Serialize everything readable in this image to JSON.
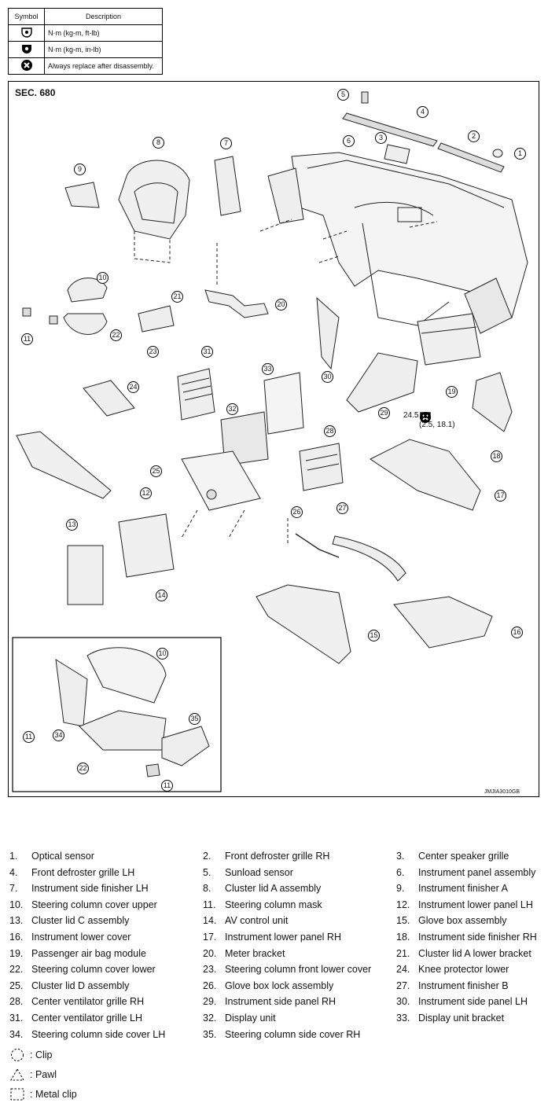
{
  "symbol_table": {
    "headers": [
      "Symbol",
      "Description"
    ],
    "rows": [
      {
        "icon": "torque-ft-lb-icon",
        "description": "N·m (kg-m, ft-lb)"
      },
      {
        "icon": "torque-in-lb-icon",
        "description": "N·m (kg-m, in-lb)"
      },
      {
        "icon": "always-replace-icon",
        "description": "Always replace after disassembly."
      }
    ]
  },
  "diagram": {
    "section": "SEC. 680",
    "image_code": "JMJIA3010GB",
    "torque_value": "24.5",
    "torque_units": "(2.5, 18.1)",
    "callouts": [
      "5",
      "4",
      "3",
      "2",
      "1",
      "8",
      "7",
      "6",
      "9",
      "10",
      "21",
      "20",
      "11",
      "22",
      "23",
      "31",
      "30",
      "33",
      "24",
      "32",
      "28",
      "29",
      "19",
      "18",
      "25",
      "17",
      "12",
      "26",
      "27",
      "13",
      "14",
      "15",
      "16",
      "10",
      "11",
      "34",
      "35",
      "22",
      "11"
    ]
  },
  "legend": [
    {
      "num": "1.",
      "name": "Optical sensor"
    },
    {
      "num": "2.",
      "name": "Front defroster grille RH"
    },
    {
      "num": "3.",
      "name": "Center speaker grille"
    },
    {
      "num": "4.",
      "name": "Front defroster grille LH"
    },
    {
      "num": "5.",
      "name": "Sunload sensor"
    },
    {
      "num": "6.",
      "name": "Instrument panel assembly"
    },
    {
      "num": "7.",
      "name": "Instrument side finisher LH"
    },
    {
      "num": "8.",
      "name": "Cluster lid A assembly"
    },
    {
      "num": "9.",
      "name": "Instrument finisher A"
    },
    {
      "num": "10.",
      "name": "Steering column cover upper"
    },
    {
      "num": "11.",
      "name": "Steering column mask"
    },
    {
      "num": "12.",
      "name": "Instrument lower panel LH"
    },
    {
      "num": "13.",
      "name": "Cluster lid C assembly"
    },
    {
      "num": "14.",
      "name": "AV control unit"
    },
    {
      "num": "15.",
      "name": "Glove box assembly"
    },
    {
      "num": "16.",
      "name": "Instrument lower cover"
    },
    {
      "num": "17.",
      "name": "Instrument lower panel RH"
    },
    {
      "num": "18.",
      "name": "Instrument side finisher RH"
    },
    {
      "num": "19.",
      "name": "Passenger air bag module"
    },
    {
      "num": "20.",
      "name": "Meter bracket"
    },
    {
      "num": "21.",
      "name": "Cluster lid A lower bracket"
    },
    {
      "num": "22.",
      "name": "Steering column cover lower"
    },
    {
      "num": "23.",
      "name": "Steering column front lower cover"
    },
    {
      "num": "24.",
      "name": "Knee protector lower"
    },
    {
      "num": "25.",
      "name": "Cluster lid D assembly"
    },
    {
      "num": "26.",
      "name": "Glove box lock assembly"
    },
    {
      "num": "27.",
      "name": "Instrument finisher B"
    },
    {
      "num": "28.",
      "name": "Center ventilator grille RH"
    },
    {
      "num": "29.",
      "name": "Instrument side panel RH"
    },
    {
      "num": "30.",
      "name": "Instrument side panel LH"
    },
    {
      "num": "31.",
      "name": "Center ventilator grille LH"
    },
    {
      "num": "32.",
      "name": "Display unit"
    },
    {
      "num": "33.",
      "name": "Display unit bracket"
    },
    {
      "num": "34.",
      "name": "Steering column side cover LH"
    },
    {
      "num": "35.",
      "name": "Steering column side cover RH"
    }
  ],
  "fastener_legend": [
    {
      "icon": "clip-icon",
      "label": ": Clip"
    },
    {
      "icon": "pawl-icon",
      "label": ": Pawl"
    },
    {
      "icon": "metal-clip-icon",
      "label": ": Metal clip"
    }
  ]
}
